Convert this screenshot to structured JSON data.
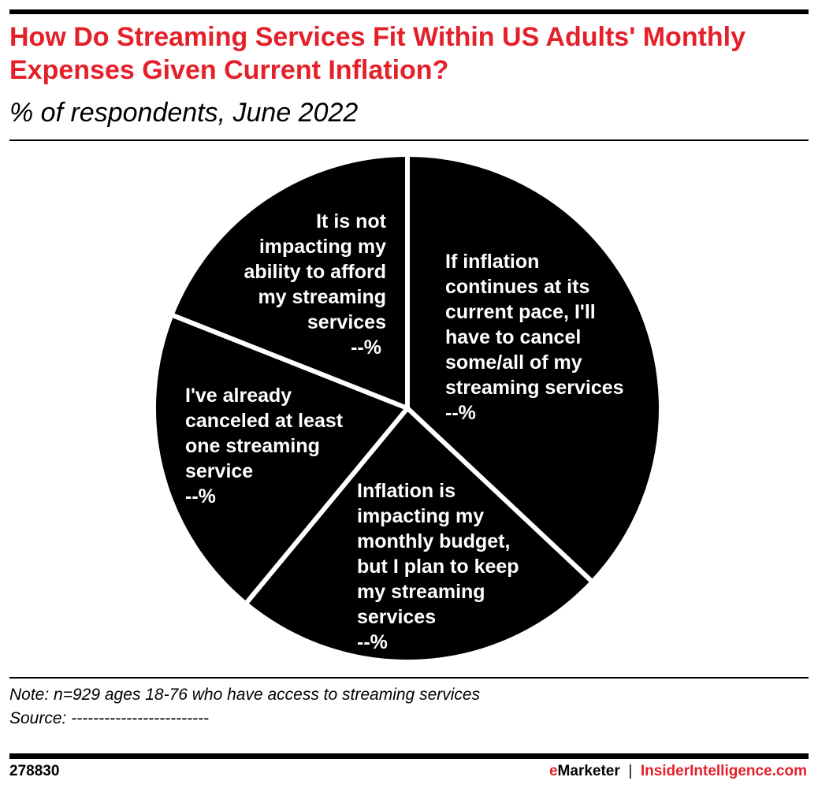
{
  "chart_data": {
    "type": "pie",
    "title": "How Do Streaming Services Fit Within US Adults' Monthly Expenses Given Current Inflation?",
    "subtitle": "% of respondents, June 2022",
    "slices": [
      {
        "label": "If inflation\ncontinues at its\ncurrent pace, I'll\nhave to cancel\nsome/all of my\nstreaming services",
        "value_label": "--%",
        "value": 37
      },
      {
        "label": "Inflation is\nimpacting my\nmonthly budget,\nbut I plan to keep\nmy streaming\nservices",
        "value_label": "--%",
        "value": 24
      },
      {
        "label": "I've already\ncanceled at least\none streaming\nservice",
        "value_label": "--%",
        "value": 20
      },
      {
        "label": "It is not\nimpacting my\nability to afford\nmy streaming\nservices",
        "value_label": "--%",
        "value": 19
      }
    ],
    "colors": {
      "slice": "#000000",
      "separator": "#ffffff",
      "accent": "#e4202a"
    }
  },
  "note": "Note: n=929 ages 18-76 who have access to streaming services",
  "source": "Source: -------------------------",
  "footer": {
    "id": "278830",
    "brand_e": "e",
    "brand_rest": "Marketer",
    "separator": "|",
    "site": "InsiderIntelligence.com"
  }
}
